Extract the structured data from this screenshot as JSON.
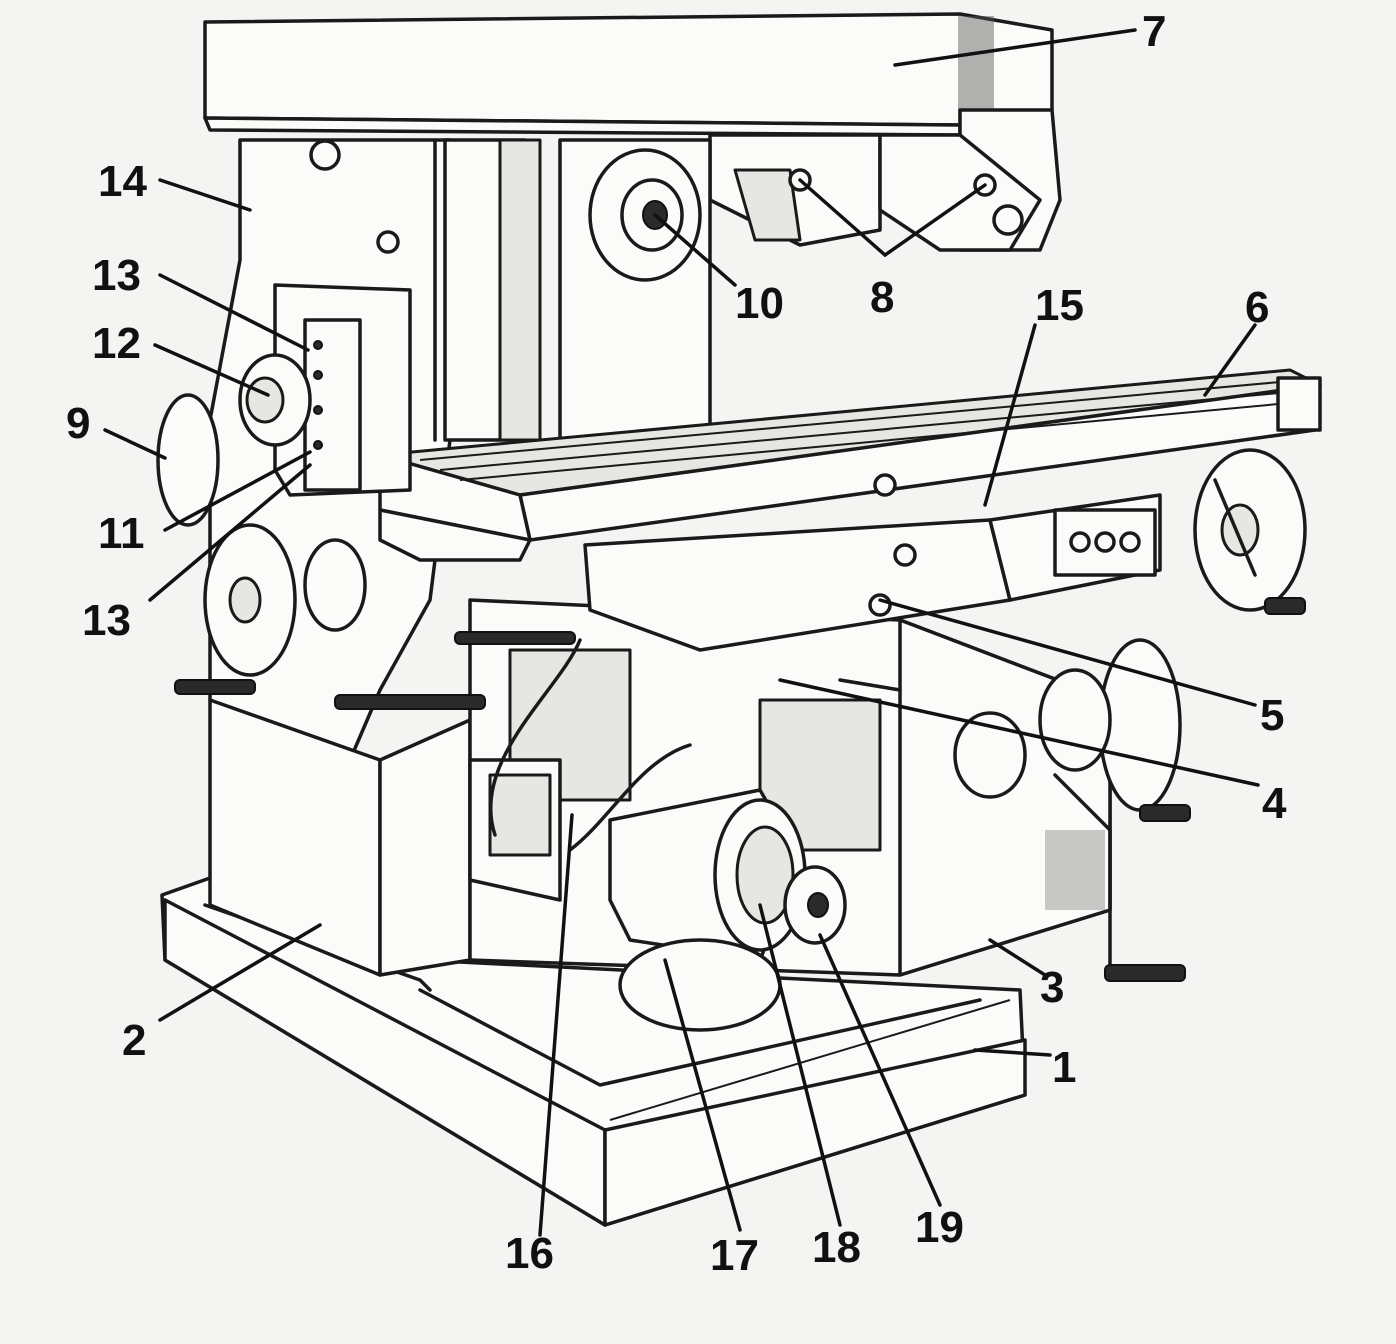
{
  "callouts": [
    {
      "id": "1",
      "label": "1"
    },
    {
      "id": "2",
      "label": "2"
    },
    {
      "id": "3",
      "label": "3"
    },
    {
      "id": "4",
      "label": "4"
    },
    {
      "id": "5",
      "label": "5"
    },
    {
      "id": "6",
      "label": "6"
    },
    {
      "id": "7",
      "label": "7"
    },
    {
      "id": "8",
      "label": "8"
    },
    {
      "id": "9",
      "label": "9"
    },
    {
      "id": "10",
      "label": "10"
    },
    {
      "id": "11",
      "label": "11"
    },
    {
      "id": "12",
      "label": "12"
    },
    {
      "id": "13a",
      "label": "13"
    },
    {
      "id": "13b",
      "label": "13"
    },
    {
      "id": "14",
      "label": "14"
    },
    {
      "id": "15",
      "label": "15"
    },
    {
      "id": "16",
      "label": "16"
    },
    {
      "id": "17",
      "label": "17"
    },
    {
      "id": "18",
      "label": "18"
    },
    {
      "id": "19",
      "label": "19"
    }
  ]
}
